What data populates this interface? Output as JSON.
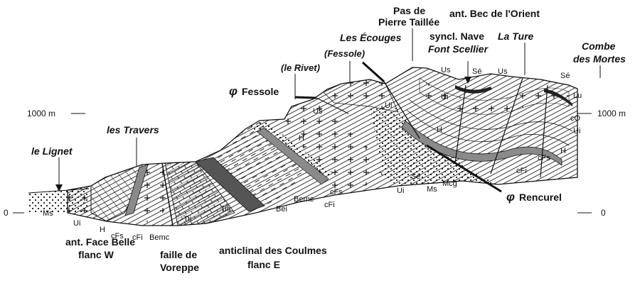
{
  "scale": {
    "left_1000": "1000 m",
    "right_1000": "1000 m",
    "left_0": "0",
    "right_0": "0"
  },
  "places": {
    "le_lignet": "le Lignet",
    "les_travers": "les Travers",
    "le_rivet": "(le Rivet)",
    "les_ecouges": "Les Écouges",
    "fessole_paren": "(Fessole)",
    "pas_de": "Pas de",
    "pierre_taillee": "Pierre Taillée",
    "ant_bec": "ant. Bec de l'Orient",
    "syncl_nave": "syncl. Nave",
    "font_scellier": "Font Scellier",
    "la_ture": "La Ture",
    "combe": "Combe",
    "des_mortes": "des Mortes"
  },
  "faults": {
    "fessole": "Fessole",
    "rencurel": "Rencurel",
    "phi": "φ"
  },
  "bottom": {
    "ant_face_belle": "ant. Face Belle",
    "flanc_w": "flanc W",
    "faille_de": "faille de",
    "voreppe": "Voreppe",
    "anticlinal": "anticlinal des Coulmes",
    "flanc_e": "flanc E"
  },
  "formations": {
    "ms_left": "Ms",
    "ui_left": "Ui",
    "h_left": "H",
    "cfs_left": "cFs",
    "cfi_left": "cFi",
    "bemc_left": "Bemc",
    "til": "Tii",
    "tis": "Tis",
    "bei": "Bei",
    "bemc_mid": "Bemc",
    "cfi_mid": "cFi",
    "cfs_mid": "cFs",
    "h_mid": "H",
    "us_mid": "Us",
    "ui_top": "Ui",
    "se_mid": "Sé",
    "ui_mid": "Ui",
    "ms_mid": "Ms",
    "mcg": "Mcg",
    "us_top": "Us",
    "ui_syn": "Ui",
    "se_syn": "Sé",
    "us_right": "Us",
    "h_syn": "H",
    "cfs_right": "cFs",
    "cfi_right": "cFi",
    "h_right": "H",
    "se_right": "Sé",
    "lu": "Lu",
    "co": "cO",
    "ui_right": "Ui"
  }
}
